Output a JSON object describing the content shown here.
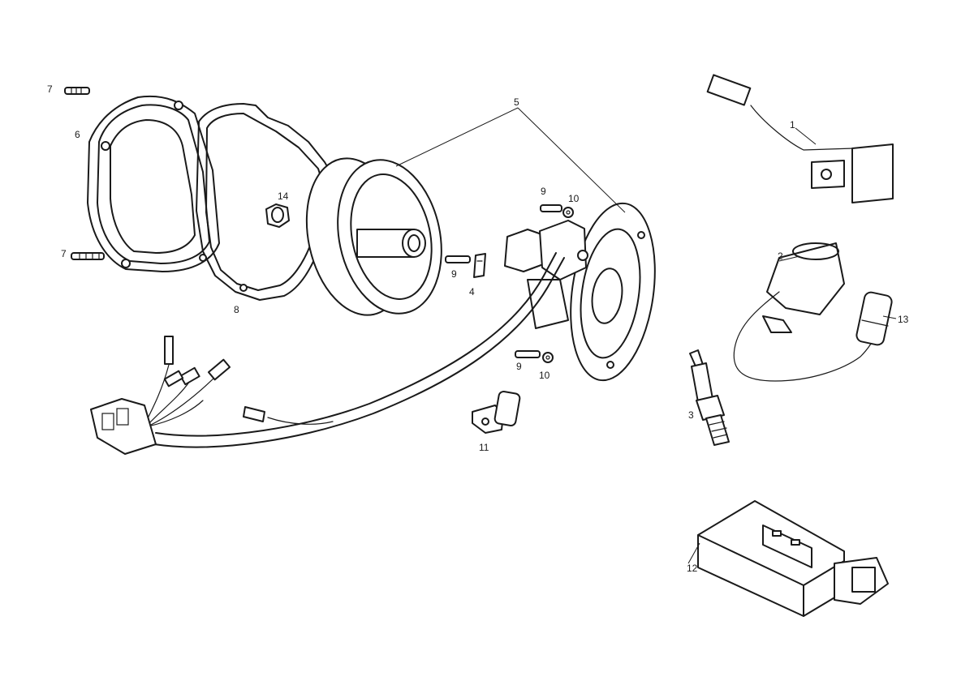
{
  "labels": {
    "l1": "1",
    "l2": "2",
    "l3": "3",
    "l4": "4",
    "l5": "5",
    "l6": "6",
    "l7a": "7",
    "l7b": "7",
    "l8": "8",
    "l9a": "9",
    "l9b": "9",
    "l9c": "9",
    "l10a": "10",
    "l10b": "10",
    "l11": "11",
    "l12": "12",
    "l13": "13",
    "l14": "14"
  }
}
